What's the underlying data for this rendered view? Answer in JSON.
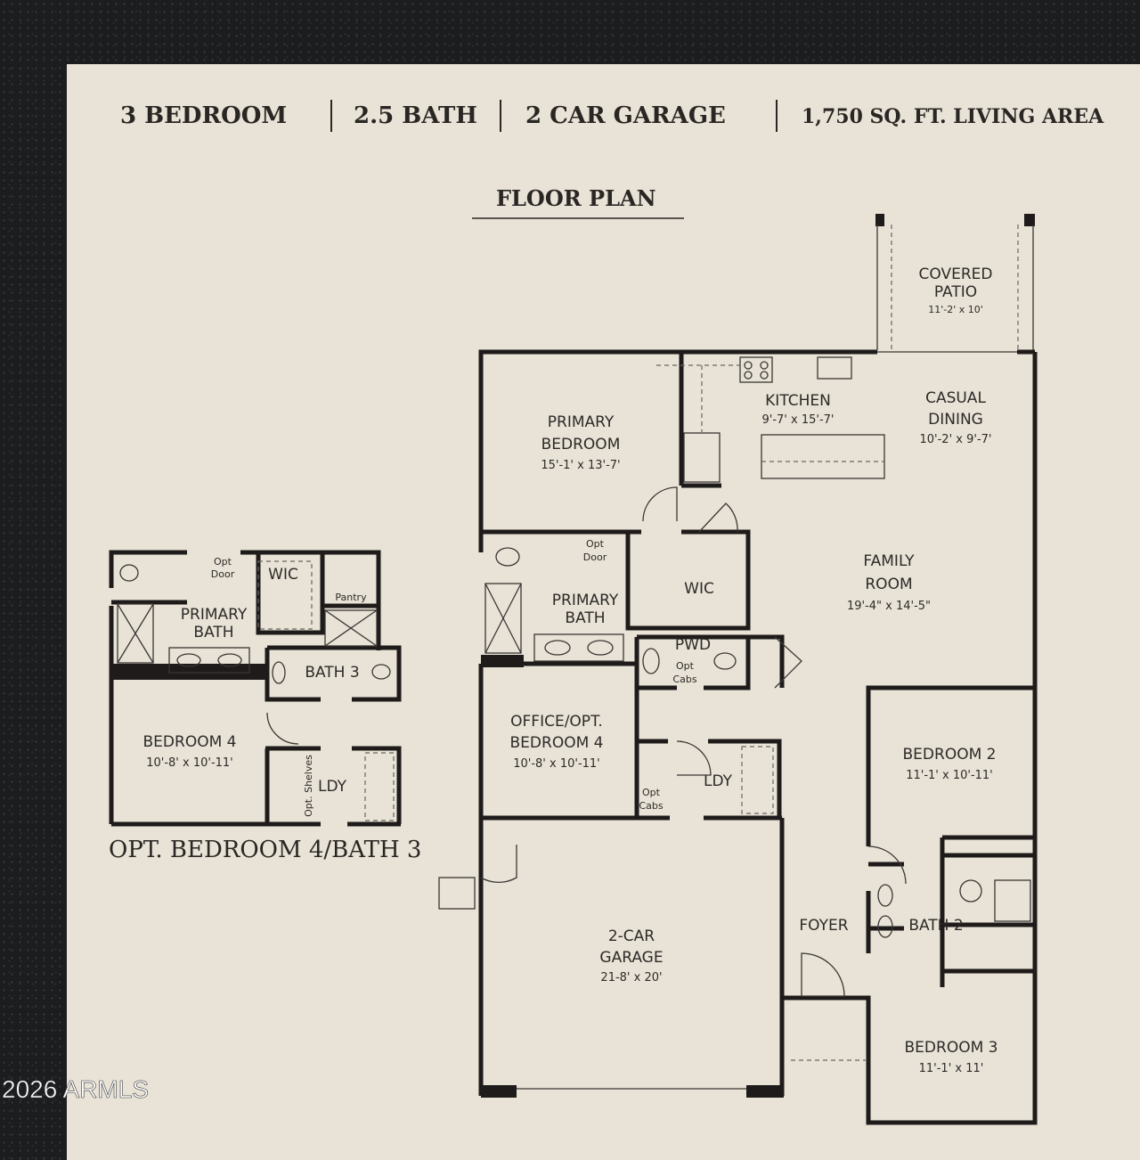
{
  "header": {
    "items": [
      "3 BEDROOM",
      "2.5 BATH",
      "2 CAR GARAGE",
      "1,750 SQ. FT. LIVING AREA"
    ]
  },
  "title": "FLOOR PLAN",
  "rooms": {
    "patio": {
      "name1": "COVERED",
      "name2": "PATIO",
      "dim": "11'-2' x 10'"
    },
    "kitchen": {
      "name": "KITCHEN",
      "dim": "9'-7' x 15'-7'"
    },
    "dining": {
      "name1": "CASUAL",
      "name2": "DINING",
      "dim": "10'-2' x 9'-7'"
    },
    "primary_bedroom": {
      "name1": "PRIMARY",
      "name2": "BEDROOM",
      "dim": "15'-1' x 13'-7'"
    },
    "family": {
      "name1": "FAMILY",
      "name2": "ROOM",
      "dim": "19'-4\" x 14'-5\""
    },
    "primary_bath": {
      "name1": "PRIMARY",
      "name2": "BATH",
      "opt1": "Opt",
      "opt2": "Door"
    },
    "wic": "WIC",
    "pwd": {
      "name": "PWD",
      "opt1": "Opt",
      "opt2": "Cabs"
    },
    "office": {
      "name1": "OFFICE/OPT.",
      "name2": "BEDROOM 4",
      "dim": "10'-8' x 10'-11'"
    },
    "ldy": {
      "name": "LDY",
      "opt1": "Opt",
      "opt2": "Cabs"
    },
    "bedroom2": {
      "name": "BEDROOM 2",
      "dim": "11'-1' x 10'-11'"
    },
    "garage": {
      "name1": "2-CAR",
      "name2": "GARAGE",
      "dim": "21-8' x 20'"
    },
    "foyer": "FOYER",
    "bath2": "BATH 2",
    "bedroom3": {
      "name": "BEDROOM 3",
      "dim": "11'-1' x 11'"
    }
  },
  "alt": {
    "title": "OPT. BEDROOM 4/BATH 3",
    "primary_bath1": "PRIMARY",
    "primary_bath2": "BATH",
    "opt1": "Opt",
    "opt2": "Door",
    "wic": "WIC",
    "pantry": "Pantry",
    "bath3": "BATH 3",
    "bedroom4": "BEDROOM 4",
    "bedroom4_dim": "10'-8' x 10'-11'",
    "shelves": "Opt. Shelves",
    "ldy": "LDY"
  },
  "watermark": "2026 ARMLS"
}
